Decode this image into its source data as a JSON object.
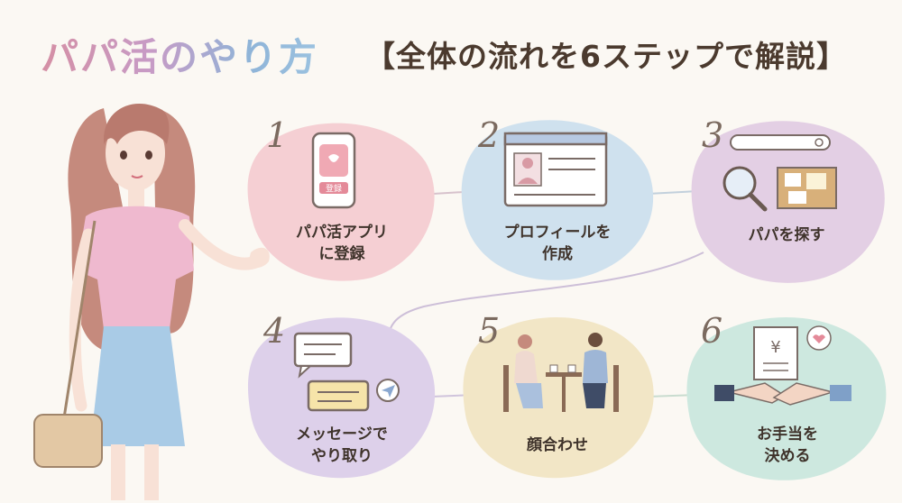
{
  "title": {
    "main": "パパ活のやり方",
    "open_bracket": "【",
    "sub": "全体の流れを6ステップで解説",
    "close_bracket": "】"
  },
  "steps": [
    {
      "number": "1",
      "label": "パパ活アプリ\nに登録",
      "icon": "smartphone-icon",
      "icon_text": "登録",
      "color": "#f5cfd3"
    },
    {
      "number": "2",
      "label": "プロフィールを\n作成",
      "icon": "profile-page-icon",
      "color": "#cfe1ee"
    },
    {
      "number": "3",
      "label": "パパを探す",
      "icon": "search-magnifier-icon",
      "color": "#e3cfe4"
    },
    {
      "number": "4",
      "label": "メッセージで\nやり取り",
      "icon": "chat-bubbles-icon",
      "color": "#ddd0ea"
    },
    {
      "number": "5",
      "label": "顔合わせ",
      "icon": "cafe-meeting-icon",
      "color": "#f2e6c6"
    },
    {
      "number": "6",
      "label": "お手当を\n決める",
      "icon": "handshake-icon",
      "icon_text": "¥",
      "color": "#cde8df"
    }
  ]
}
